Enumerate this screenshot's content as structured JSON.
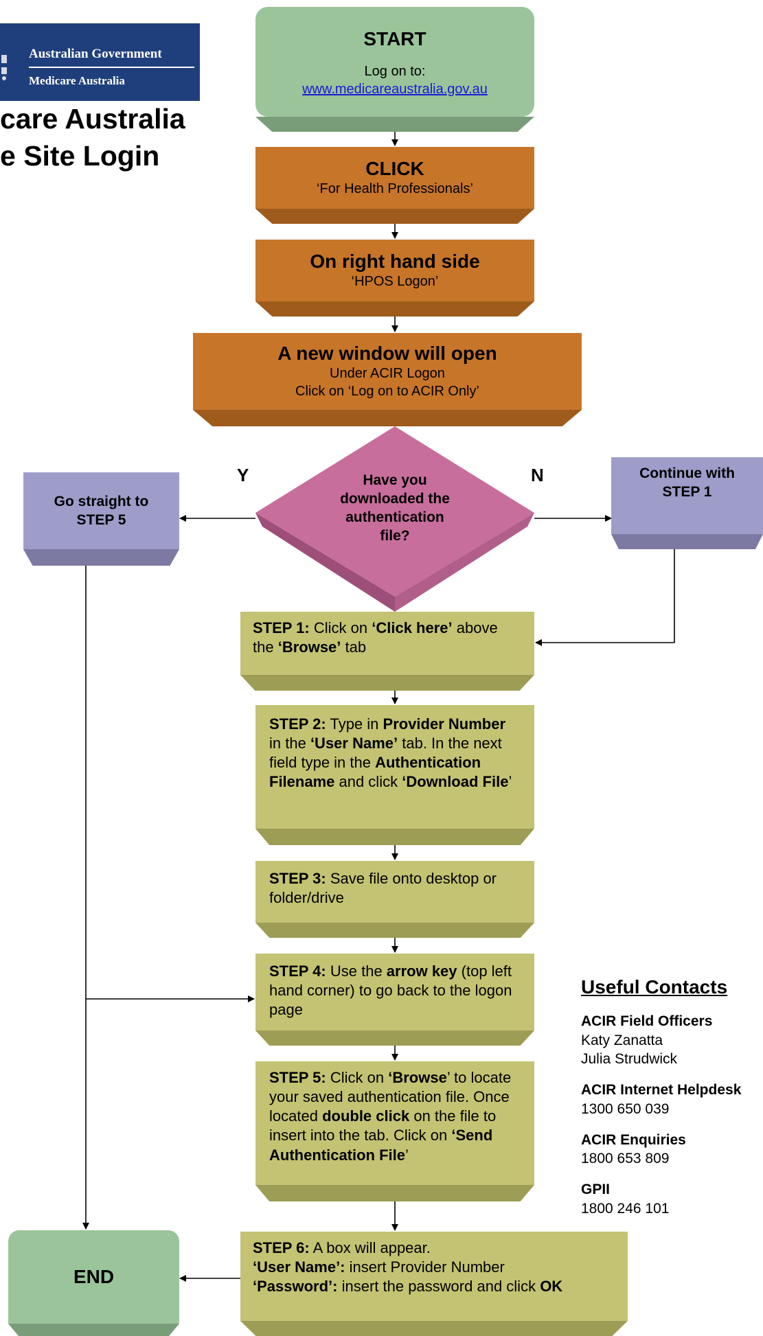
{
  "logo": {
    "line1": "Australian Government",
    "line2": "Medicare Australia"
  },
  "heading": {
    "line1": "care Australia",
    "line2": "e Site Login"
  },
  "start": {
    "title": "START",
    "line1": "Log on to:",
    "link": "www.medicareaustralia.gov.au"
  },
  "click_box": {
    "title": "CLICK",
    "text": "‘For Health Professionals’"
  },
  "right_side_box": {
    "title": "On right hand side",
    "text": "‘HPOS Logon’"
  },
  "new_window_box": {
    "title": "A new window will open",
    "line1": "Under ACIR Logon",
    "line2": "Click on ‘Log on to ACIR Only’"
  },
  "decision": {
    "line1": "Have you",
    "line2": "downloaded the",
    "line3": "authentication",
    "line4": "file?",
    "yes_label": "Y",
    "no_label": "N"
  },
  "go_step5": {
    "line1": "Go straight to",
    "line2": "STEP 5"
  },
  "continue_step1": {
    "line1": "Continue with",
    "line2": "STEP 1"
  },
  "step1": {
    "label": "STEP 1:",
    "t1": " Click on ",
    "b1": "‘Click here’",
    "t2": " above the ",
    "b2": "‘Browse’",
    "t3": " tab"
  },
  "step2": {
    "label": "STEP 2:",
    "t1": " Type in ",
    "b1": "Provider Number",
    "t2": " in the ",
    "b2": "‘User Name’",
    "t3": " tab. In the next field type in the ",
    "b3": "Authentication Filename",
    "t4": " and click ",
    "b4": "‘Download File",
    "t5": "’"
  },
  "step3": {
    "label": "STEP 3:",
    "t1": " Save file onto desktop or folder/drive"
  },
  "step4": {
    "label": "STEP 4:",
    "t1": " Use the ",
    "b1": "arrow key",
    "t2": " (top left hand corner) to go back to the logon page"
  },
  "step5": {
    "label": "STEP 5:",
    "t1": " Click on ",
    "b1": "‘Browse",
    "t2": "’ to locate your saved authentication file. Once located ",
    "b2": "double click",
    "t3": " on the file to insert into the tab. Click on ",
    "b3": "‘Send Authentication File",
    "t4": "’"
  },
  "step6": {
    "label": "STEP 6:",
    "l1": " A box will appear.",
    "b1": "‘User Name’:",
    "l2": " insert Provider Number",
    "b2": "‘Password’:",
    "l3": " insert the password and click ",
    "b3": "OK"
  },
  "end": {
    "title": "END"
  },
  "contacts": {
    "heading": "Useful Contacts",
    "groups": [
      {
        "name": "ACIR Field Officers",
        "lines": [
          "Katy Zanatta",
          "Julia Strudwick"
        ]
      },
      {
        "name": "ACIR Internet Helpdesk",
        "lines": [
          "1300 650 039"
        ]
      },
      {
        "name": "ACIR Enquiries",
        "lines": [
          "1800 653 809"
        ]
      },
      {
        "name": "GPII",
        "lines": [
          "1800 246 101"
        ]
      }
    ]
  },
  "colors": {
    "green": "#9bc49a",
    "green_bevel": "#7a9d79",
    "orange": "#c77529",
    "orange_bevel": "#9e5b1c",
    "purple": "#9e9dc9",
    "purple_bevel": "#7c7aa2",
    "pink": "#c86e9c",
    "olive": "#c3c373",
    "olive_bevel": "#9d9d55",
    "logo_blue": "#1f3f7c"
  }
}
